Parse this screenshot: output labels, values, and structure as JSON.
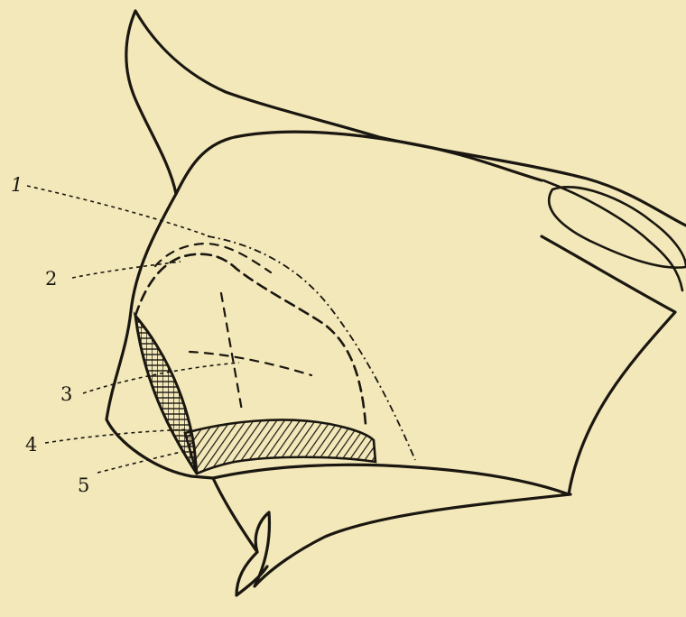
{
  "labels": {
    "l1": "1",
    "l2": "2",
    "l3": "3",
    "l4": "4",
    "l5": "5"
  },
  "colors": {
    "background": "#f2e8b9",
    "ink": "#1a1610"
  }
}
